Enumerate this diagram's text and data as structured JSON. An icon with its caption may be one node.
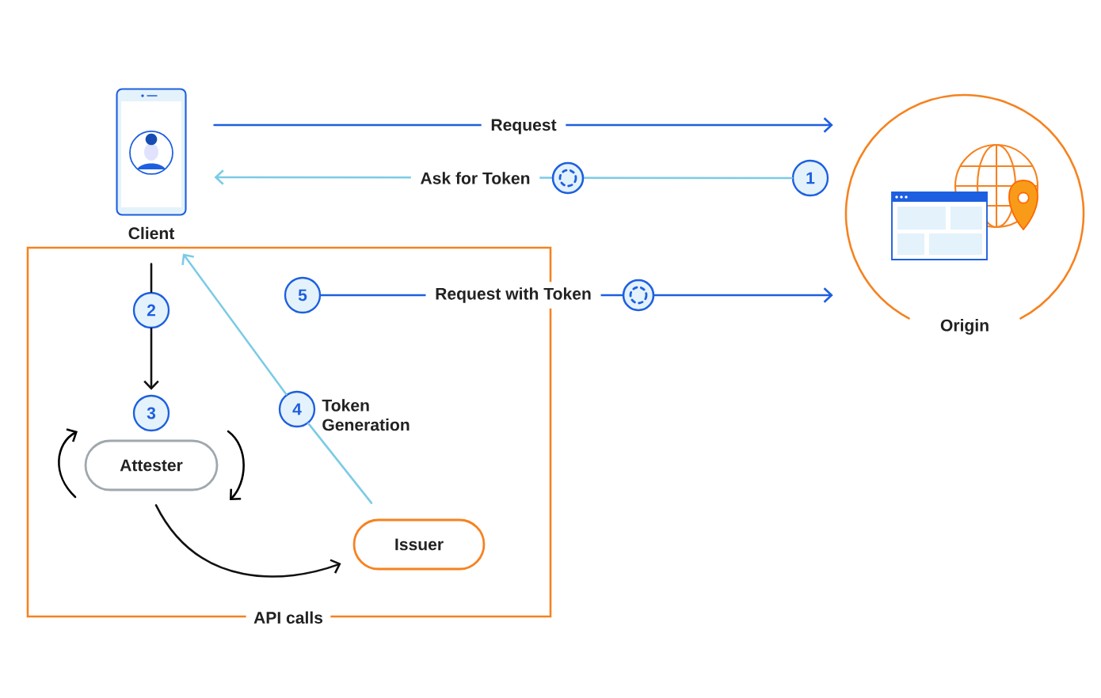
{
  "diagram": {
    "nodes": [
      {
        "text": [
          "Client"
        ]
      },
      {
        "text": [
          "Origin"
        ]
      },
      {
        "text": [
          "API calls"
        ]
      },
      {
        "text": [
          "1"
        ]
      },
      {
        "text": [
          "5"
        ],
        "in": 2
      },
      {
        "text": [
          "2"
        ],
        "in": 2
      },
      {
        "text": [
          "4"
        ],
        "in": 2,
        "beside": [
          "Token Generation"
        ]
      },
      {
        "text": [
          "3"
        ],
        "in": 2
      },
      {
        "text": [
          "Attester"
        ],
        "in": 2
      },
      {
        "text": [
          "Issuer"
        ],
        "in": 2
      }
    ],
    "edges": [
      {
        "from": 0,
        "to": 1,
        "arrow": "to",
        "label": "Request",
        "color": "#1d5fe0"
      },
      {
        "from": 3,
        "to": 0,
        "arrow": "to",
        "label": "Ask for Token",
        "color": "#7ccbe6"
      },
      {
        "from": 4,
        "to": 1,
        "arrow": "to",
        "label": "Request with Token",
        "color": "#1d5fe0"
      },
      {
        "from": 0,
        "to": 5,
        "arrow": "none",
        "color": "#111111"
      },
      {
        "from": 5,
        "to": 7,
        "arrow": "to",
        "color": "#111111"
      },
      {
        "from": 9,
        "to": 6,
        "arrow": "none",
        "color": "#7ccbe6"
      },
      {
        "from": 6,
        "to": 0,
        "arrow": "to",
        "color": "#7ccbe6"
      },
      {
        "from": 8,
        "to": 9,
        "arrow": "to",
        "color": "#111111"
      }
    ]
  }
}
